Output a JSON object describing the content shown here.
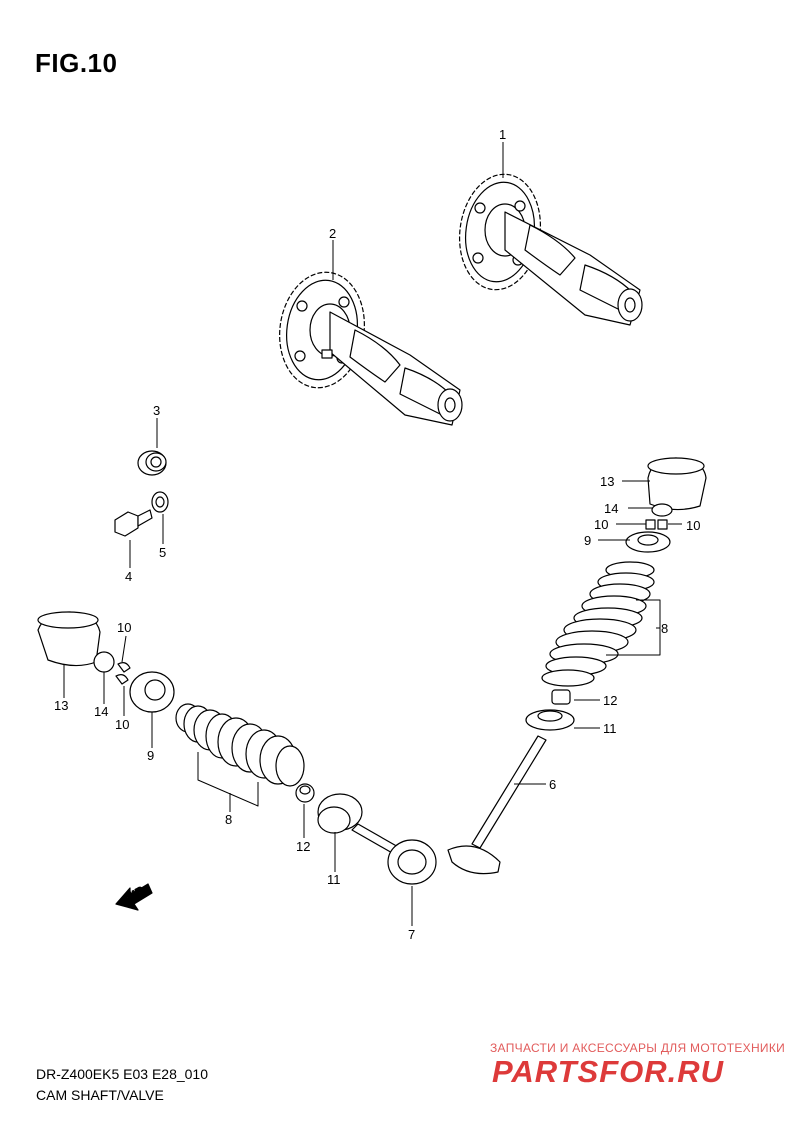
{
  "figure": {
    "title": "FIG.10",
    "model_code": "DR-Z400EK5 E03 E28_010",
    "caption": "CAM SHAFT/VALVE"
  },
  "fwd_arrow": {
    "text": "FWD"
  },
  "watermark": {
    "tagline": "ЗАПЧАСТИ И АКСЕССУАРЫ ДЛЯ МОТОТЕХНИКИ",
    "logo": "PARTSFOR.RU",
    "color": "#dd3a3a"
  },
  "callouts": [
    "1",
    "2",
    "3",
    "4",
    "5",
    "13",
    "14",
    "10",
    "10",
    "9",
    "8",
    "12",
    "11",
    "6",
    "13",
    "14",
    "10",
    "10",
    "9",
    "8",
    "12",
    "11",
    "7"
  ],
  "colors": {
    "line": "#000000",
    "background": "#ffffff"
  }
}
